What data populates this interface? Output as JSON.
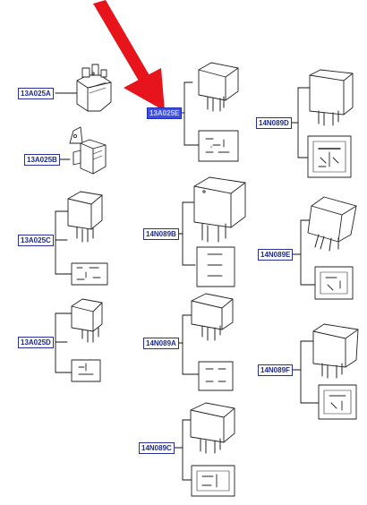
{
  "diagram": {
    "highlight_color": "#3e4fe0",
    "label_text_color": "#1d2a8a",
    "pointer_color": "#e8141b",
    "selected_part": "13A025E",
    "parts": [
      {
        "id": "13A025A"
      },
      {
        "id": "13A025B"
      },
      {
        "id": "13A025C"
      },
      {
        "id": "13A025D"
      },
      {
        "id": "13A025E"
      },
      {
        "id": "14N089B"
      },
      {
        "id": "14N089A"
      },
      {
        "id": "14N089C"
      },
      {
        "id": "14N089D"
      },
      {
        "id": "14N089E"
      },
      {
        "id": "14N089F"
      }
    ]
  }
}
